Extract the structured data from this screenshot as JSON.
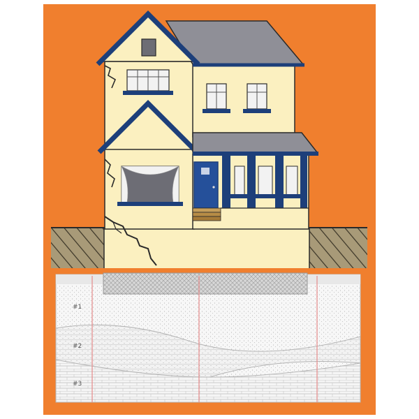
{
  "colors": {
    "frame": "#f07f2e",
    "wall": "#fbf0c0",
    "roof": "#8f8f97",
    "trim": "#1d3f7a",
    "door": "#25509a",
    "ground_band": "#d9c9a0",
    "soil_hatch": "#6b5f46",
    "section_bg": "#f8f8f8",
    "boundary_red": "#e58a8a"
  },
  "figure": {
    "house": {
      "icon": "house-with-foundation-crack-icon"
    },
    "section": {
      "icon": "soil-cross-section-icon",
      "layers": [
        {
          "label": "#1"
        },
        {
          "label": "#2"
        },
        {
          "label": "#3"
        }
      ]
    }
  }
}
